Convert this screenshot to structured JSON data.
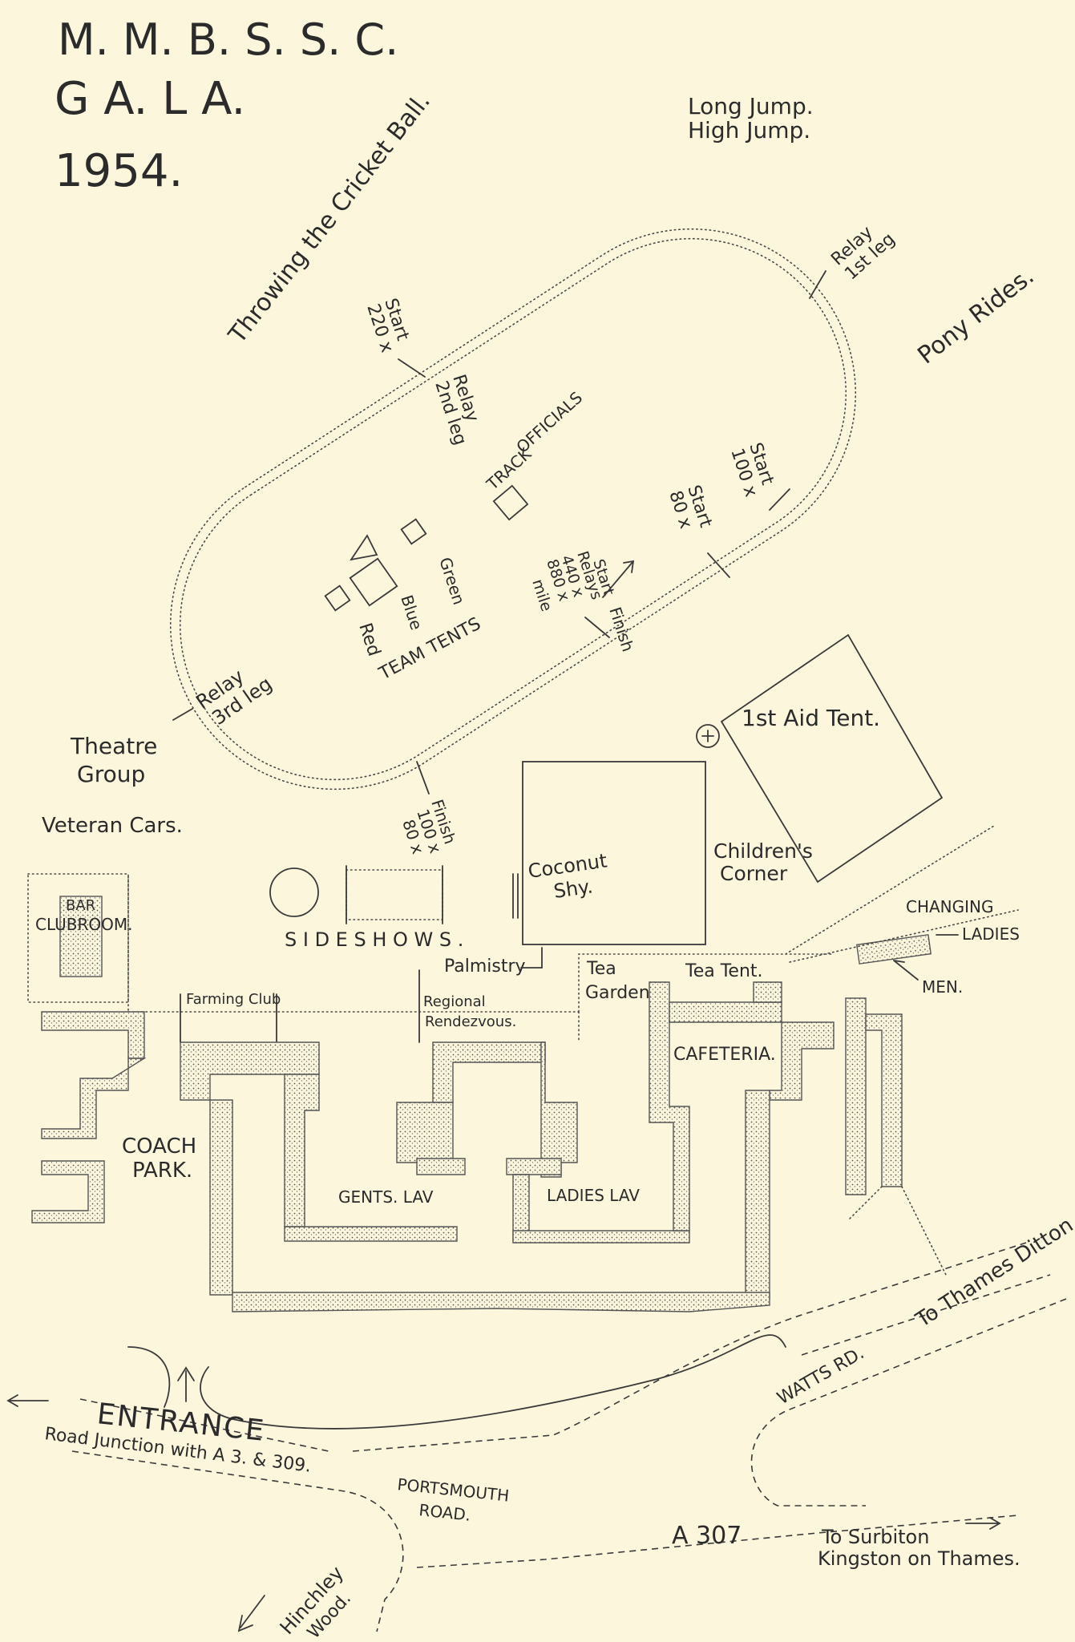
{
  "title": {
    "line1": "M. M. B. S. S. C.",
    "line2": "G A. L A.",
    "line3": "1954."
  },
  "labels": {
    "long_jump": "Long Jump.",
    "high_jump": "High Jump.",
    "throwing": "Throwing the Cricket Ball.",
    "relay_1st": "Relay",
    "relay_1st_b": "1st leg",
    "pony_rides": "Pony Rides.",
    "start_220": "Start",
    "start_220_b": "220 x",
    "relay_2nd": "Relay",
    "relay_2nd_b": "2nd leg",
    "track_officials_a": "TRACK",
    "track_officials_b": "OFFICIALS",
    "start_100": "Start",
    "start_100_b": "100 x",
    "start_80": "Start",
    "start_80_b": "80 x",
    "green": "Green",
    "blue": "Blue",
    "red": "Red",
    "team_tents": "TEAM TENTS",
    "start_relays_a": "Start",
    "start_relays_b": "Relays",
    "start_relays_c": "440 x",
    "start_relays_d": "880 x",
    "start_relays_e": "mile",
    "finish_arrow": "Finish",
    "relay_3rd": "Relay",
    "relay_3rd_b": "3rd leg",
    "first_aid": "1st Aid Tent.",
    "theatre_a": "Theatre",
    "theatre_b": "Group",
    "veteran_cars": "Veteran Cars.",
    "finish_a": "Finish",
    "finish_b": "100 x",
    "finish_c": "80 x",
    "coconut_a": "Coconut",
    "coconut_b": "Shy.",
    "childrens_a": "Children's",
    "childrens_b": "Corner",
    "bar": "BAR",
    "clubroom": "CLUBROOM.",
    "sideshows": "S I D E S H O W S .",
    "palmistry": "Palmistry",
    "changing": "CHANGING",
    "ladies": "LADIES",
    "men": "MEN.",
    "tea_a": "Tea",
    "tea_b": "Garden",
    "tea_tent": "Tea Tent.",
    "farming": "Farming Club",
    "regional_a": "Regional",
    "regional_b": "Rendezvous.",
    "cafeteria": "CAFETERIA.",
    "coach_a": "COACH",
    "coach_b": "PARK.",
    "gents": "GENTS. LAV",
    "ladies_lav": "LADIES LAV",
    "watts_rd": "WATTS RD.",
    "thames_ditton": "To Thames Ditton",
    "entrance": "ENTRANCE",
    "road_junction": "Road Junction with A 3. & 309.",
    "portsmouth_a": "PORTSMOUTH",
    "portsmouth_b": "ROAD.",
    "a307": "A 307",
    "surbiton_a": "To Surbiton",
    "surbiton_b": "Kingston on Thames.",
    "hinchley_a": "Hinchley",
    "hinchley_b": "Wood."
  },
  "colors": {
    "paper": "#fbf6dc",
    "ink": "#2b2b2b"
  }
}
